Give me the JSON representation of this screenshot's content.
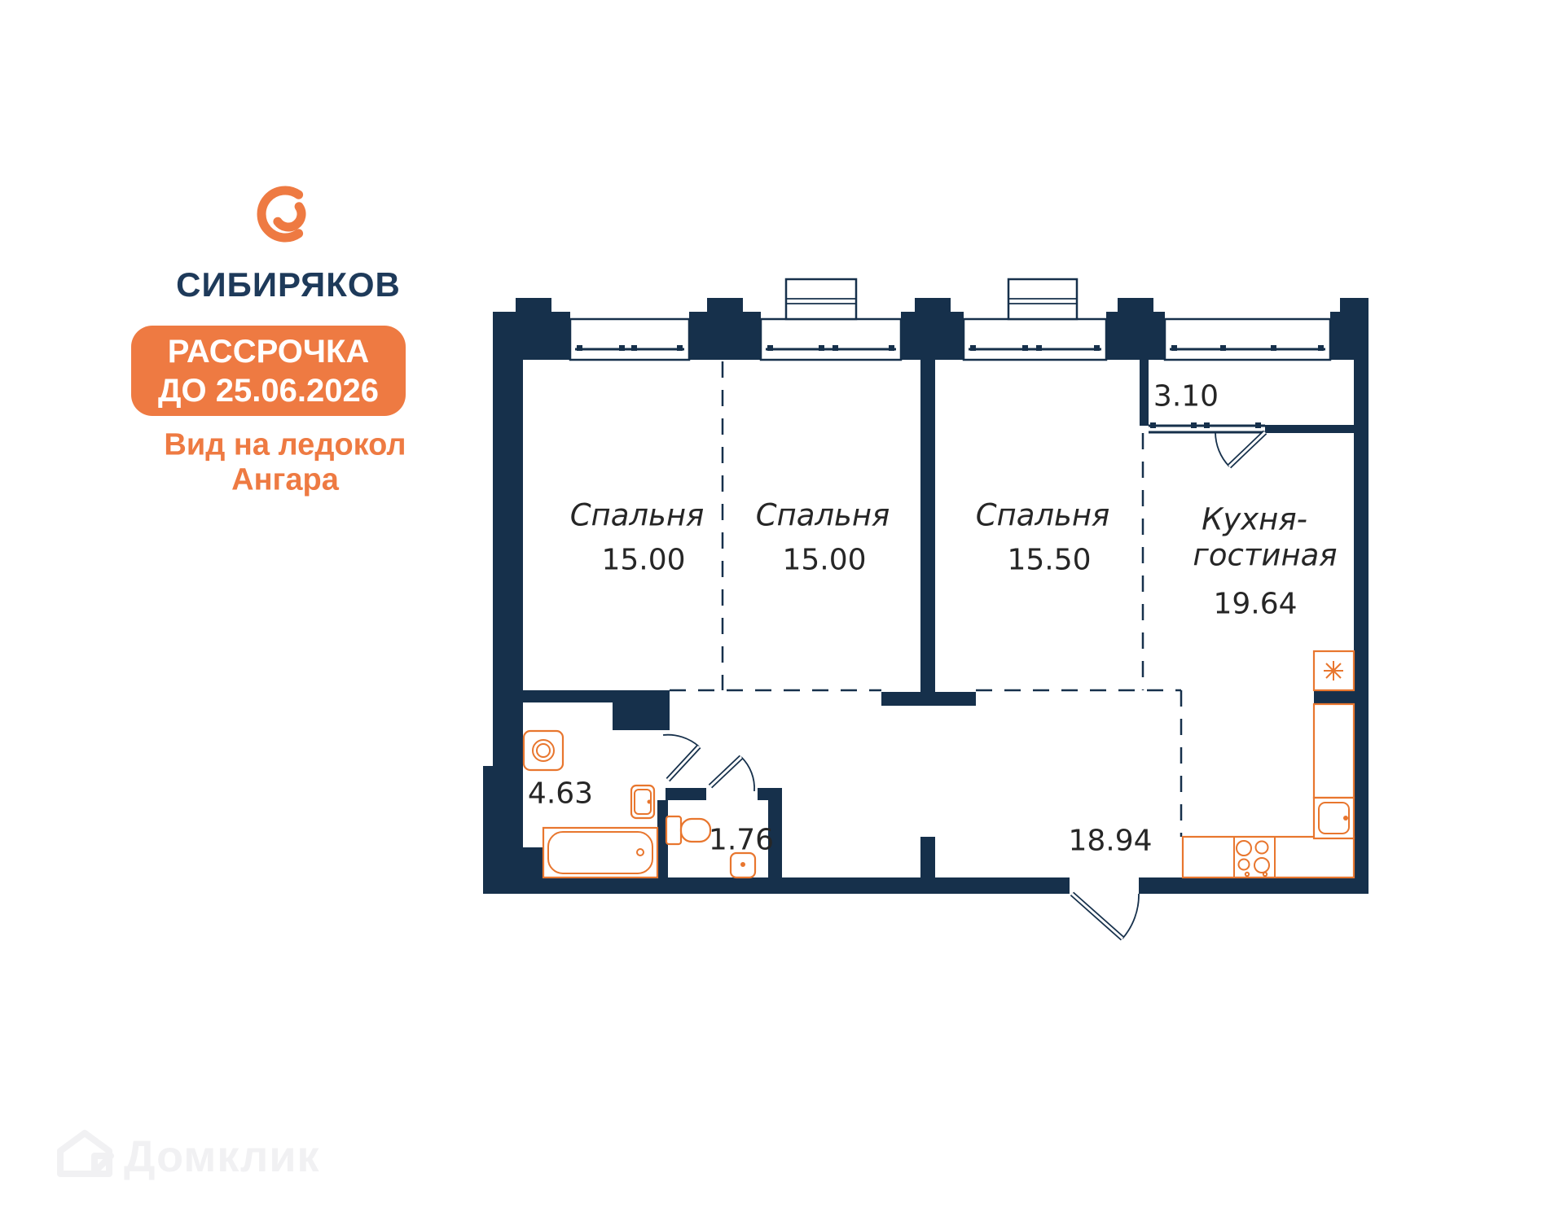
{
  "colors": {
    "brand_orange": "#ee7a42",
    "fixture_orange": "#e8762e",
    "wall_navy": "#16304b",
    "logo_navy": "#1e3a5a",
    "label_dark": "#262626",
    "watermark_gray": "#f1f1f3"
  },
  "branding": {
    "logo_text": "СИБИРЯКОВ",
    "badge_line1": "РАССРОЧКА",
    "badge_line2": "ДО 25.06.2026",
    "subtitle_line1": "Вид на ледокол",
    "subtitle_line2": "Ангара"
  },
  "rooms": {
    "bedroom1": {
      "name": "Спальня",
      "area": "15.00"
    },
    "bedroom2": {
      "name": "Спальня",
      "area": "15.00"
    },
    "bedroom3": {
      "name": "Спальня",
      "area": "15.50"
    },
    "kitchen": {
      "name_line1": "Кухня-",
      "name_line2": "гостиная",
      "area": "19.64"
    },
    "balcony": {
      "area": "3.10"
    },
    "bathroom": {
      "area": "4.63"
    },
    "wc": {
      "area": "1.76"
    },
    "hallway": {
      "area": "18.94"
    }
  },
  "watermark": {
    "text": "Домклик"
  }
}
